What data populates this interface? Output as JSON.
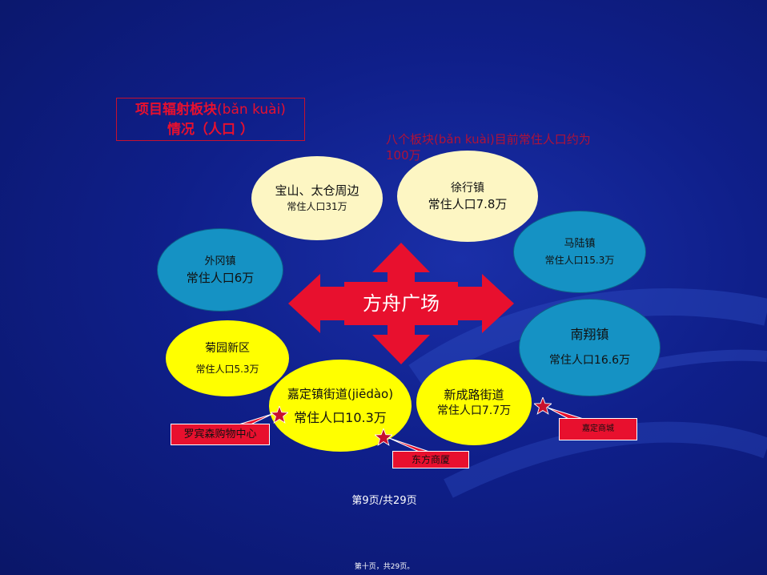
{
  "title": {
    "line1_bold": "项目辐射板块",
    "line1_pinyin": "(bǎn kuài)",
    "line2": "情况（人口 ）"
  },
  "subtitle": {
    "line1": "八个板块(bǎn kuài)目前常住人口约为",
    "line2": "100万"
  },
  "center": {
    "label": "方舟广场",
    "color": "#e8102e"
  },
  "regions": [
    {
      "name": "宝山、太仓周边",
      "population": "常住人口31万",
      "color": "#fdf6c3"
    },
    {
      "name": "徐行镇",
      "population": "常住人口7.8万",
      "color": "#fdf6c3"
    },
    {
      "name": "马陆镇",
      "population": "常住人口15.3万",
      "color": "#1592c4"
    },
    {
      "name": "南翔镇",
      "population": "常住人口16.6万",
      "color": "#1592c4"
    },
    {
      "name": "新成路街道",
      "population": "常住人口7.7万",
      "color": "#ffff00"
    },
    {
      "name": "嘉定镇街道(jiēdào)",
      "population": "常住人口10.3万",
      "color": "#ffff00"
    },
    {
      "name": "菊园新区",
      "population": "常住人口5.3万",
      "color": "#ffff00"
    },
    {
      "name": "外冈镇",
      "population": "常住人口6万",
      "color": "#1592c4"
    }
  ],
  "malls": [
    {
      "label": "罗宾森购物中心"
    },
    {
      "label": "东方商厦"
    },
    {
      "label": "嘉定商城"
    }
  ],
  "footer": {
    "page": "第9页/共29页",
    "small": "第十页，共29页。"
  }
}
